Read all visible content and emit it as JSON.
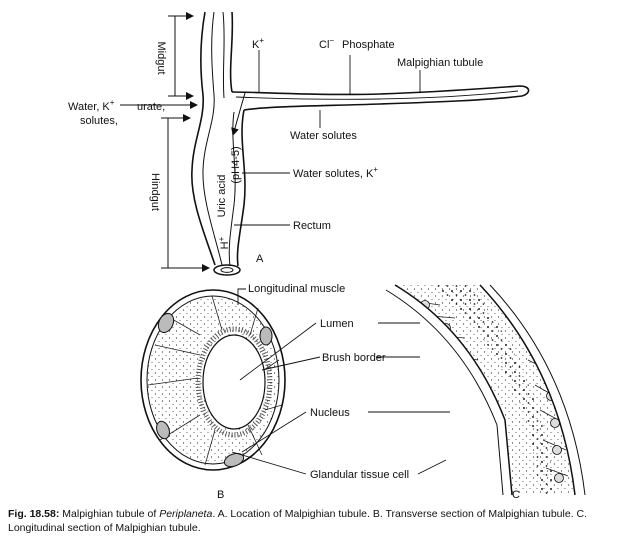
{
  "panel_a": {
    "label": "A",
    "midgut": "Midgut",
    "hindgut": "Hindgut",
    "water_k_1": "Water, K",
    "water_k_sup": "+",
    "urate": "urate,",
    "solutes": "solutes,",
    "k_plus": "K",
    "k_plus_sup": "+",
    "cl_minus": "Cl",
    "cl_sup": "−",
    "phosphate": "Phosphate",
    "malpighian_tubule": "Malpighian tubule",
    "water_solutes": "Water solutes",
    "ph": "(pH4-5)",
    "water_solutes_k": "Water solutes, K",
    "water_solutes_k_sup": "+",
    "uric_acid": "Uric acid",
    "h_plus": "H",
    "h_plus_sup": "+",
    "rectum": "Rectum"
  },
  "panel_b": {
    "label": "B",
    "longitudinal_muscle": "Longitudinal muscle",
    "lumen": "Lumen",
    "brush_border": "Brush border",
    "nucleus": "Nucleus",
    "glandular_tissue_cell": "Glandular tissue cell"
  },
  "panel_c": {
    "label": "C"
  },
  "caption": {
    "fig_no": "Fig. 18.58:",
    "text_1": " Malpighian tubule of ",
    "species": "Periplaneta",
    "text_2": ". A. Location of Malpighian tubule. B. Transverse section of Malpighian tubule. C. Longitudinal section of Malpighian tubule."
  }
}
